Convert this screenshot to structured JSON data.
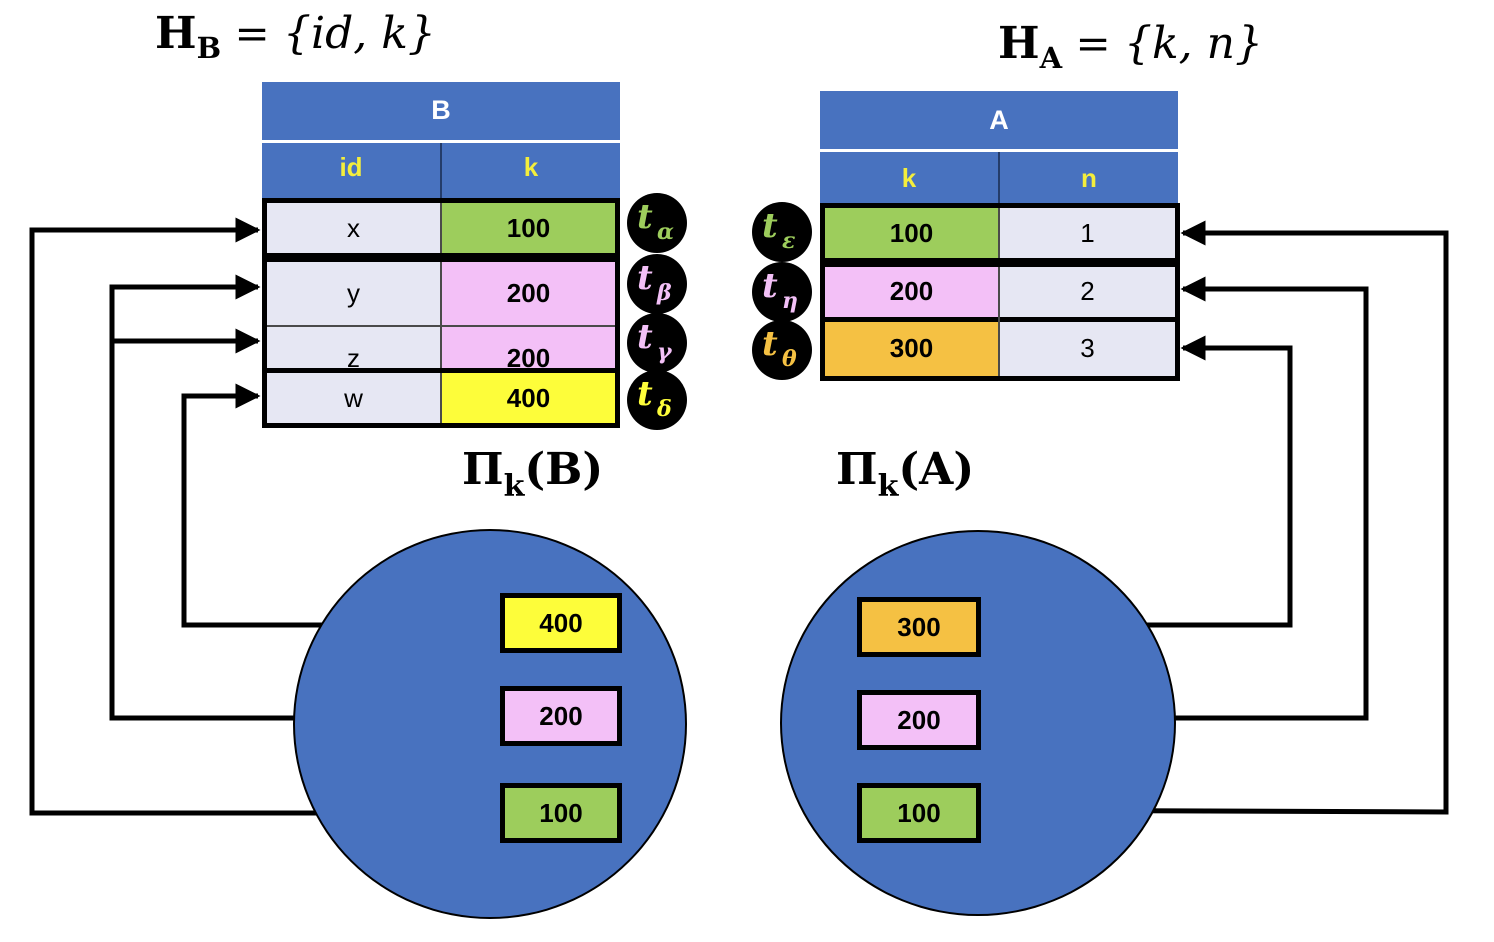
{
  "colors": {
    "header_blue": "#4872bf",
    "header_text": "#ffffff",
    "column_header_text": "#f4ee3c",
    "cell_plain": "#e6e7f3",
    "green": "#9dcd5c",
    "pink": "#f3c0f7",
    "yellow": "#fdfd3a",
    "orange": "#f5c143"
  },
  "heading_B": {
    "H": "H",
    "sub": "B",
    "eq": " = ",
    "set": "{id, k}"
  },
  "heading_A": {
    "H": "H",
    "sub": "A",
    "eq": " = ",
    "set": "{k, n}"
  },
  "table_B": {
    "name": "B",
    "columns": [
      "id",
      "k"
    ],
    "rows": [
      {
        "cells": [
          "x",
          "100"
        ],
        "key_color": "green",
        "tag": "t",
        "tag_sub": "α",
        "tag_color": "#9dcd5c"
      },
      {
        "cells": [
          "y",
          "200"
        ],
        "key_color": "pink",
        "tag": "t",
        "tag_sub": "β",
        "tag_color": "#f3c0f7"
      },
      {
        "cells": [
          "z",
          "200"
        ],
        "key_color": "pink",
        "tag": "t",
        "tag_sub": "γ",
        "tag_color": "#f3c0f7"
      },
      {
        "cells": [
          "w",
          "400"
        ],
        "key_color": "yellow",
        "tag": "t",
        "tag_sub": "δ",
        "tag_color": "#fdfd3a"
      }
    ]
  },
  "table_A": {
    "name": "A",
    "columns": [
      "k",
      "n"
    ],
    "rows": [
      {
        "cells": [
          "100",
          "1"
        ],
        "key_color": "green",
        "tag": "t",
        "tag_sub": "ε",
        "tag_color": "#9dcd5c"
      },
      {
        "cells": [
          "200",
          "2"
        ],
        "key_color": "pink",
        "tag": "t",
        "tag_sub": "η",
        "tag_color": "#f3c0f7"
      },
      {
        "cells": [
          "300",
          "3"
        ],
        "key_color": "orange",
        "tag": "t",
        "tag_sub": "θ",
        "tag_color": "#f5c143"
      }
    ]
  },
  "projection_B": {
    "pi": "Π",
    "sub": "k",
    "arg": "(B)"
  },
  "projection_A": {
    "pi": "Π",
    "sub": "k",
    "arg": "(A)"
  },
  "set_B": [
    {
      "value": "400",
      "color": "yellow"
    },
    {
      "value": "200",
      "color": "pink"
    },
    {
      "value": "100",
      "color": "green"
    }
  ],
  "set_A": [
    {
      "value": "300",
      "color": "orange"
    },
    {
      "value": "200",
      "color": "pink"
    },
    {
      "value": "100",
      "color": "green"
    }
  ]
}
